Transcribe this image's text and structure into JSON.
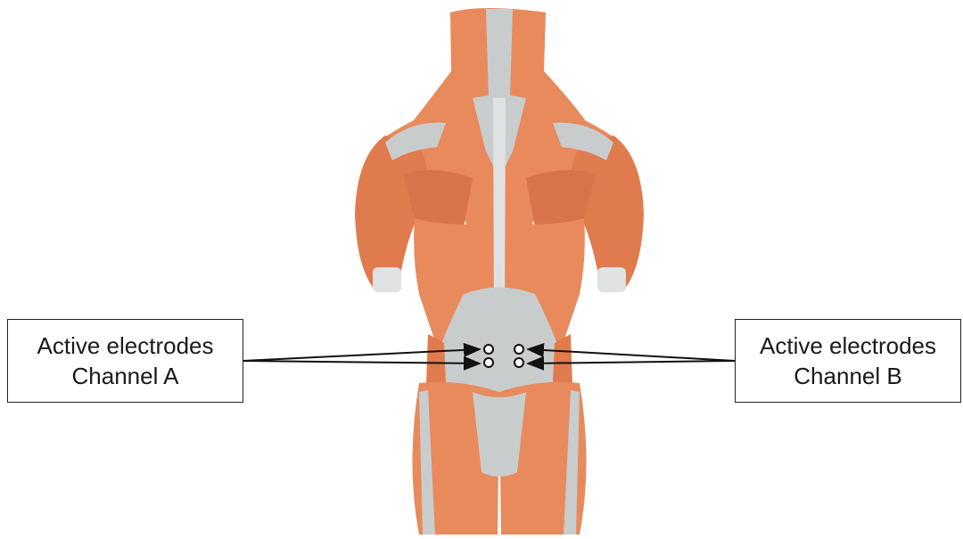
{
  "labels": {
    "channel_a": {
      "line1": "Active electrodes",
      "line2": "Channel A"
    },
    "channel_b": {
      "line1": "Active electrodes",
      "line2": "Channel B"
    }
  },
  "colors": {
    "muscle": "#e88a5c",
    "muscle_dark": "#c8663a",
    "muscle_light": "#f4a87a",
    "tendon": "#c9cccd",
    "tendon_light": "#dfe1e2",
    "outline": "#1a1a1a",
    "electrode": "#ffffff"
  },
  "electrodes": {
    "channel_a_count": 2,
    "channel_b_count": 2
  }
}
